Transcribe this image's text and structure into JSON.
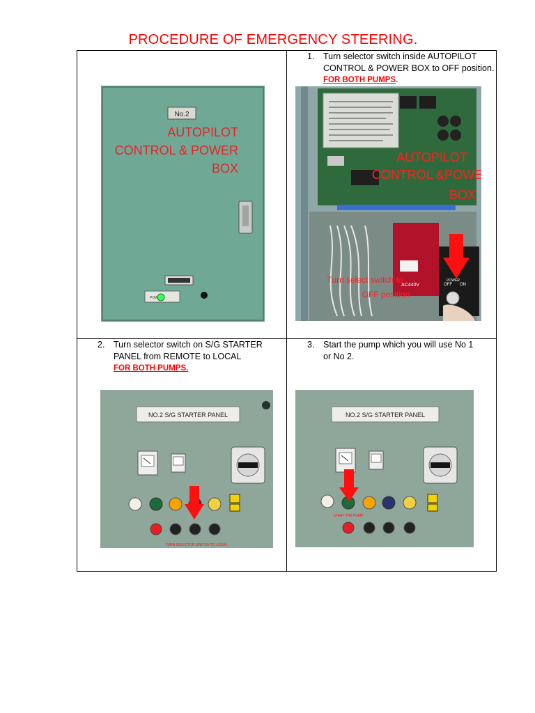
{
  "title": "PROCEDURE OF EMERGENCY STEERING.",
  "steps": [
    {
      "num": "1.",
      "line1": "Turn selector switch inside AUTOPILOT",
      "line2": "CONTROL & POWER BOX to OFF position.",
      "note": "FOR BOTH PUMPS",
      "note_suffix": "."
    },
    {
      "num": "2.",
      "line1": "Turn selector switch on S/G STARTER",
      "line2": "PANEL from REMOTE to LOCAL",
      "note": "FOR BOTH PUMPS."
    },
    {
      "num": "3.",
      "line1": "Start the pump which you will use No 1",
      "line2": "or No 2."
    }
  ],
  "photo1": {
    "plate": "No.2",
    "label1": "AUTOPILOT",
    "label2": "CONTROL & POWER",
    "label3": "BOX",
    "power": "POWER",
    "colors": {
      "panel": "#6fa894",
      "label": "#e8232a"
    }
  },
  "photo2": {
    "label1": "AUTOPILOT",
    "label2": "CONTROL &POWER",
    "label3": "BOX",
    "caption1": "Turn select switch to",
    "caption2": "OFF position",
    "voltage": "AC440V",
    "sw_off": "OFF",
    "sw_on": "ON",
    "sw_power": "POWER"
  },
  "photo3": {
    "plate": "NO.2 S/G STARTER PANEL",
    "caption": "TURN SELECTOR SWITCH TO LOCAL"
  },
  "photo4": {
    "plate": "NO.2 S/G STARTER PANEL",
    "caption": "START THE PUMP"
  }
}
